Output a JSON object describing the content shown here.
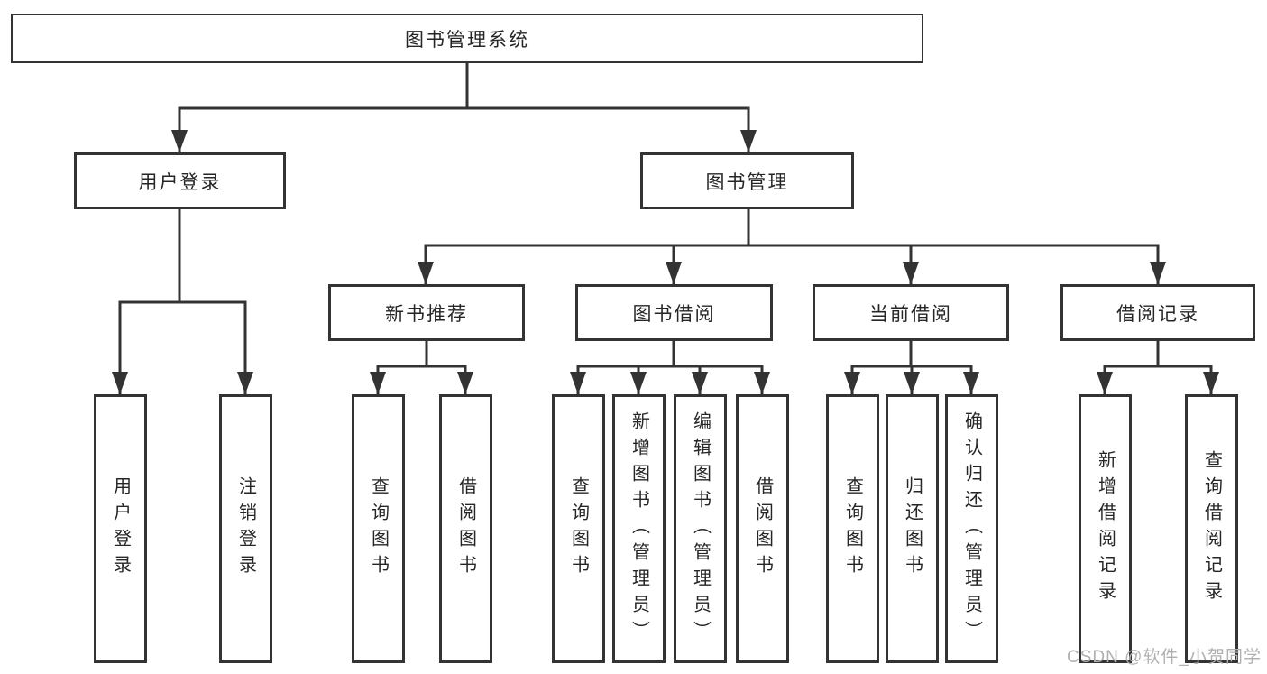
{
  "diagram_title": "图书管理系统",
  "colors": {
    "line": "#333333",
    "text": "#262626",
    "box_background": "#ffffff",
    "page_background": "#ffffff",
    "watermark": "#b0b0b0"
  },
  "tree": {
    "root": {
      "label": "图书管理系统"
    },
    "branches": [
      {
        "label": "用户登录",
        "leaves": [
          {
            "label": "用户登录"
          },
          {
            "label": "注销登录"
          }
        ]
      },
      {
        "label": "图书管理",
        "groups": [
          {
            "label": "新书推荐",
            "leaves": [
              {
                "label": "查询图书"
              },
              {
                "label": "借阅图书"
              }
            ]
          },
          {
            "label": "图书借阅",
            "leaves": [
              {
                "label": "查询图书"
              },
              {
                "label": "新增图书（管理员）"
              },
              {
                "label": "编辑图书（管理员）"
              },
              {
                "label": "借阅图书"
              }
            ]
          },
          {
            "label": "当前借阅",
            "leaves": [
              {
                "label": "查询图书"
              },
              {
                "label": "归还图书"
              },
              {
                "label": "确认归还（管理员）"
              }
            ]
          },
          {
            "label": "借阅记录",
            "leaves": [
              {
                "label": "新增借阅记录"
              },
              {
                "label": "查询借阅记录"
              }
            ]
          }
        ]
      }
    ]
  },
  "watermark": {
    "text": "CSDN @软件_小贺同学"
  }
}
